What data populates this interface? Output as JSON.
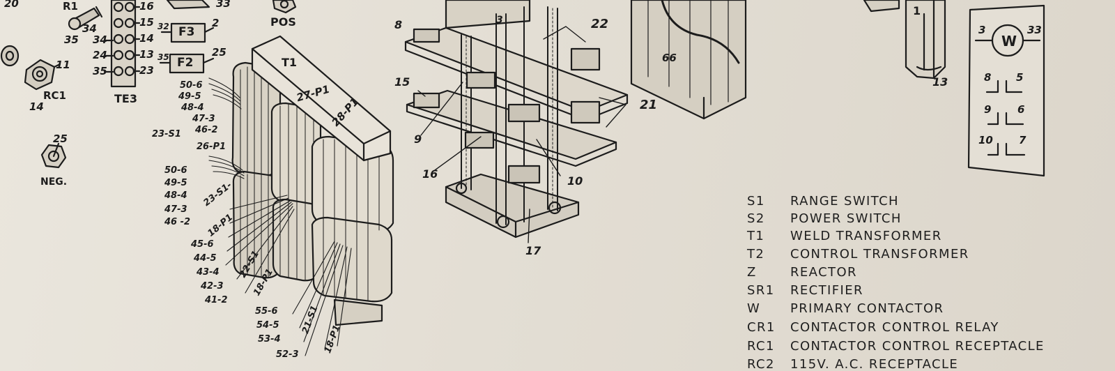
{
  "labels": {
    "l_20": "20",
    "l_r1": "R1",
    "l_34a": "34",
    "l_35a": "35",
    "l_11": "11",
    "l_rc1": "RC1",
    "l_14a": "14",
    "l_25a": "25",
    "l_neg": "NEG.",
    "te_16": "16",
    "te_15": "15",
    "te_14": "14",
    "te_13": "13",
    "te_23": "23",
    "te_34": "34",
    "te_24": "24",
    "te_35": "35",
    "l_te3": "TE3",
    "l_32": "32",
    "l_f3": "F3",
    "l_2": "2",
    "l_33a": "33",
    "l_35b": "35",
    "l_f2": "F2",
    "l_25b": "25",
    "l_pos": "POS",
    "l_t1": "T1",
    "l_27p1": "27-P1",
    "l_28p1": "28-P1",
    "w_506a": "50-6",
    "w_495a": "49-5",
    "w_484a": "48-4",
    "w_473a": "47-3",
    "w_462a": "46-2",
    "w_23s1a": "23-S1",
    "w_26p1": "26-P1",
    "w_506b": "50-6",
    "w_495b": "49-5",
    "w_484b": "48-4",
    "w_473b": "47-3",
    "w_462b": "46 -2",
    "w_23s1b": "23-S1-",
    "w_18p1a": "18-P1",
    "w_456": "45-6",
    "w_445": "44-5",
    "w_434": "43-4",
    "w_423": "42-3",
    "w_412": "41-2",
    "w_22s1": "22-S1",
    "w_18p1b": "18-P1",
    "w_556": "55-6",
    "w_545": "54-5",
    "w_534": "53-4",
    "w_523": "52-3",
    "w_21s1": "21-S1",
    "w_18p1c": "18-P1",
    "c_8": "8",
    "c_3": "3",
    "c_22": "22",
    "c_15": "15",
    "c_9": "9",
    "c_16": "16",
    "c_21": "21",
    "c_10": "10",
    "c_17": "17",
    "r_66": "66",
    "r_1": "1",
    "r_13": "13",
    "b_3": "3",
    "b_w": "W",
    "b_33": "33",
    "b_8": "8",
    "b_5": "5",
    "b_9": "9",
    "b_6": "6",
    "b_10": "10",
    "b_7": "7"
  },
  "legend": [
    {
      "code": "S1",
      "text": "RANGE SWITCH"
    },
    {
      "code": "S2",
      "text": "POWER SWITCH"
    },
    {
      "code": "T1",
      "text": "WELD TRANSFORMER"
    },
    {
      "code": "T2",
      "text": "CONTROL TRANSFORMER"
    },
    {
      "code": "Z",
      "text": "REACTOR"
    },
    {
      "code": "SR1",
      "text": "RECTIFIER"
    },
    {
      "code": "W",
      "text": "PRIMARY CONTACTOR"
    },
    {
      "code": "CR1",
      "text": "CONTACTOR CONTROL RELAY"
    },
    {
      "code": "RC1",
      "text": "CONTACTOR CONTROL RECEPTACLE"
    },
    {
      "code": "RC2",
      "text": "115V. A.C. RECEPTACLE"
    }
  ]
}
